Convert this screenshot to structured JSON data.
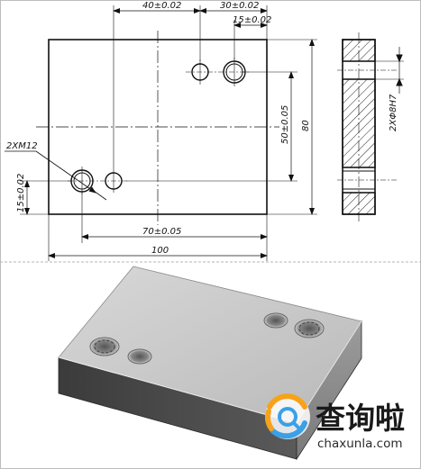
{
  "drawing": {
    "dimensions": {
      "d40": "40±0.02",
      "d30": "30±0.02",
      "d15_top": "15±0.02",
      "d50": "50±0.05",
      "d80": "80",
      "d15_left": "15±0.02",
      "d70": "70±0.05",
      "d100": "100",
      "thread_callout": "2XM12",
      "bore_callout": "2XΦ8H7"
    }
  },
  "watermark": {
    "brand": "查询啦",
    "url": "chaxunla.com",
    "colors": {
      "ring_orange": "#f7a21b",
      "ring_blue": "#3aa0e8"
    }
  }
}
